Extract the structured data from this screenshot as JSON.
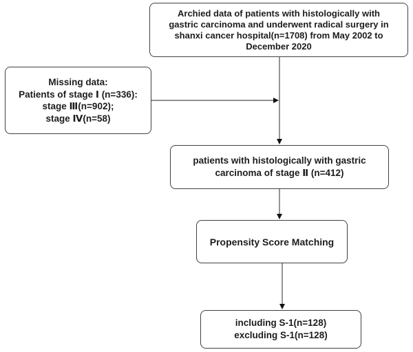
{
  "figure": {
    "type": "flowchart",
    "background_color": "#ffffff",
    "box_border_color": "#3f3f3f",
    "connector_color": "#4d4d4d",
    "text_color": "#1c1c1c"
  },
  "boxes": {
    "archived_data": {
      "lines": [
        "Archied data of patients with histologically with",
        "gastric carcinoma and underwent radical surgery in",
        "shanxi cancer hospital(n=1708) from May 2002 to",
        "December 2020"
      ]
    },
    "missing_data": {
      "lines": [
        "Missing data:",
        "Patients of stage Ⅰ (n=336):",
        "stage Ⅲ(n=902);",
        "stage Ⅳ(n=58)"
      ]
    },
    "stage2_patients": {
      "lines": [
        "patients with histologically with gastric",
        "carcinoma of stage Ⅱ (n=412)"
      ]
    },
    "propensity": {
      "lines": [
        "Propensity Score Matching"
      ]
    },
    "final_groups": {
      "lines": [
        "including S-1(n=128)",
        "excluding S-1(n=128)"
      ]
    }
  },
  "connectors": [
    {
      "name": "archived-to-stage2",
      "direction": "down"
    },
    {
      "name": "missing-to-main-line",
      "direction": "right"
    },
    {
      "name": "stage2-to-propensity",
      "direction": "down"
    },
    {
      "name": "propensity-to-final",
      "direction": "down"
    }
  ]
}
